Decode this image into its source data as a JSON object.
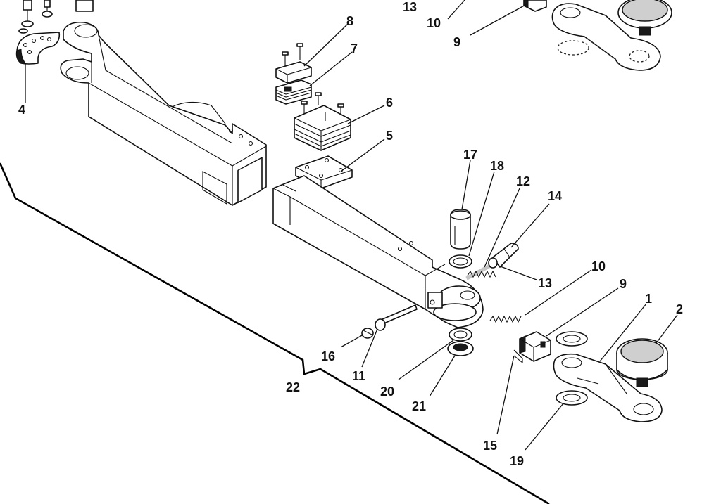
{
  "diagram": {
    "type": "exploded-parts-view",
    "labels": [
      {
        "id": "l13a",
        "text": "13"
      },
      {
        "id": "l10a",
        "text": "10"
      },
      {
        "id": "l9a",
        "text": "9"
      },
      {
        "id": "l8",
        "text": "8"
      },
      {
        "id": "l7",
        "text": "7"
      },
      {
        "id": "l4",
        "text": "4"
      },
      {
        "id": "l6",
        "text": "6"
      },
      {
        "id": "l5",
        "text": "5"
      },
      {
        "id": "l17",
        "text": "17"
      },
      {
        "id": "l18",
        "text": "18"
      },
      {
        "id": "l12",
        "text": "12"
      },
      {
        "id": "l14",
        "text": "14"
      },
      {
        "id": "l13b",
        "text": "13"
      },
      {
        "id": "l10b",
        "text": "10"
      },
      {
        "id": "l9b",
        "text": "9"
      },
      {
        "id": "l1",
        "text": "1"
      },
      {
        "id": "l2",
        "text": "2"
      },
      {
        "id": "l16",
        "text": "16"
      },
      {
        "id": "l11",
        "text": "11"
      },
      {
        "id": "l20",
        "text": "20"
      },
      {
        "id": "l21",
        "text": "21"
      },
      {
        "id": "l22",
        "text": "22"
      },
      {
        "id": "l15",
        "text": "15"
      },
      {
        "id": "l19",
        "text": "19"
      }
    ]
  }
}
